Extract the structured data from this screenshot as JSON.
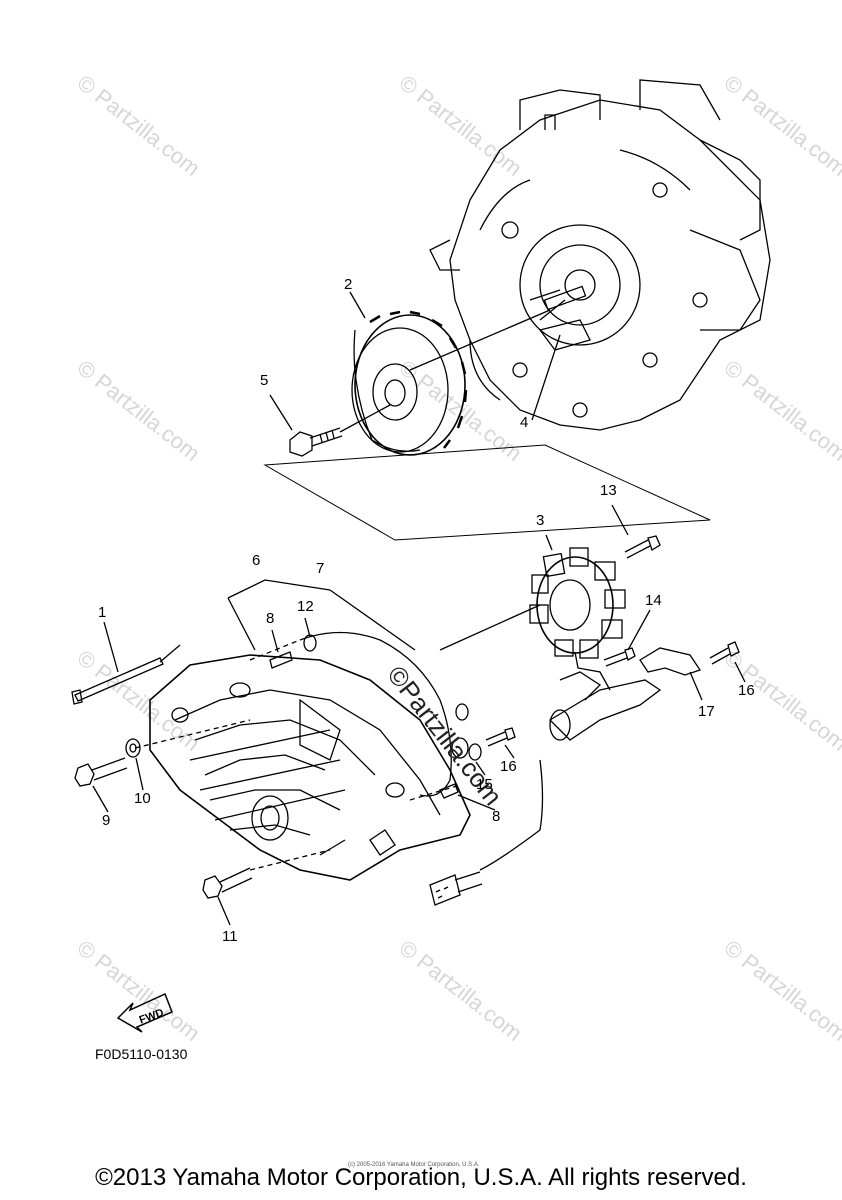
{
  "watermark": {
    "text": "© Partzilla.com"
  },
  "inline_watermark": "©Partzilla.com",
  "callouts": [
    "1",
    "2",
    "3",
    "4",
    "5",
    "6",
    "7",
    "8",
    "8",
    "9",
    "10",
    "11",
    "12",
    "13",
    "14",
    "15",
    "16",
    "16",
    "17"
  ],
  "fwd_label": "FWD",
  "figure_code": "F0D5110-0130",
  "copyright_small": "(c) 2005-2016 Yamaha Motor Corporation, U.S.A.",
  "copyright": "©2013 Yamaha Motor Corporation, U.S.A. All rights reserved."
}
